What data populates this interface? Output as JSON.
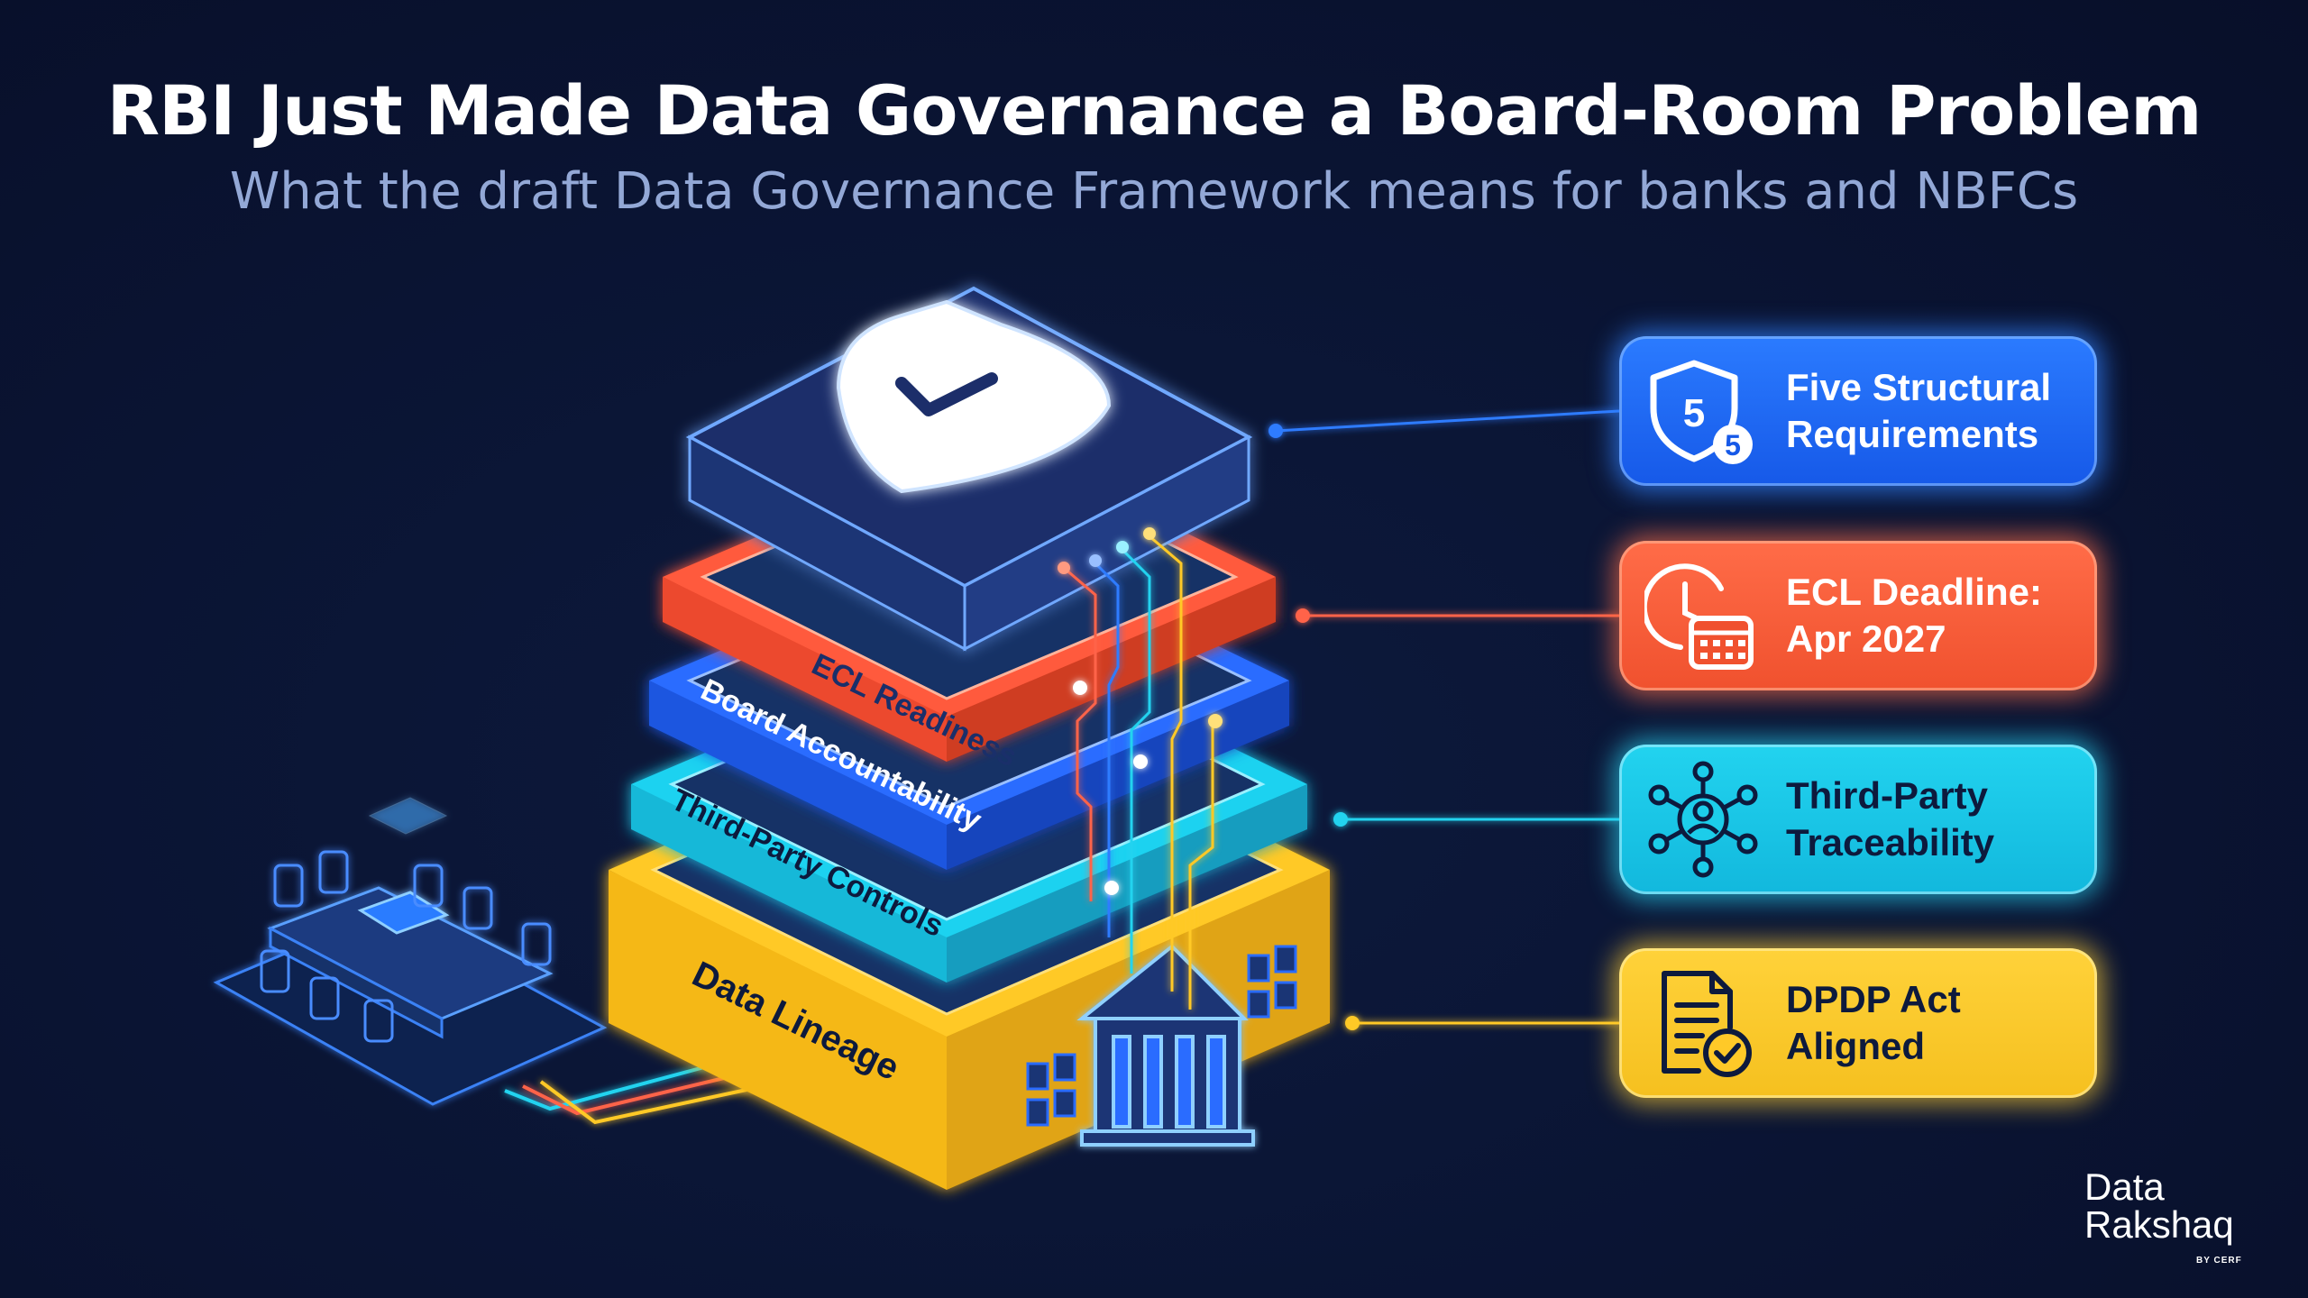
{
  "header": {
    "title": "RBI Just Made Data Governance a Board-Room Problem",
    "subtitle": "What the draft Data Governance Framework means for banks and NBFCs"
  },
  "stack_layers": [
    {
      "label": "ECL Readiness",
      "color": "#ff5a3c"
    },
    {
      "label": "Board Accountability",
      "color": "#2a6cff"
    },
    {
      "label": "Third-Party Controls",
      "color": "#1fd2f0"
    },
    {
      "label": "Data Lineage",
      "color": "#ffc928"
    }
  ],
  "cards": [
    {
      "label": "Five Structural\nRequirements",
      "icon": "shield-five-icon",
      "color": "#1f6bff",
      "badge_a": "5",
      "badge_b": "5"
    },
    {
      "label": "ECL Deadline:\nApr 2027",
      "icon": "clock-calendar-icon",
      "color": "#ff5a3c"
    },
    {
      "label": "Third-Party\nTraceability",
      "icon": "network-person-icon",
      "color": "#1ccdea"
    },
    {
      "label": "DPDP Act\nAligned",
      "icon": "document-check-icon",
      "color": "#ffc928"
    }
  ],
  "brand": {
    "line1": "Data",
    "line2": "Rakshaq",
    "tagline": "BY CERF"
  }
}
